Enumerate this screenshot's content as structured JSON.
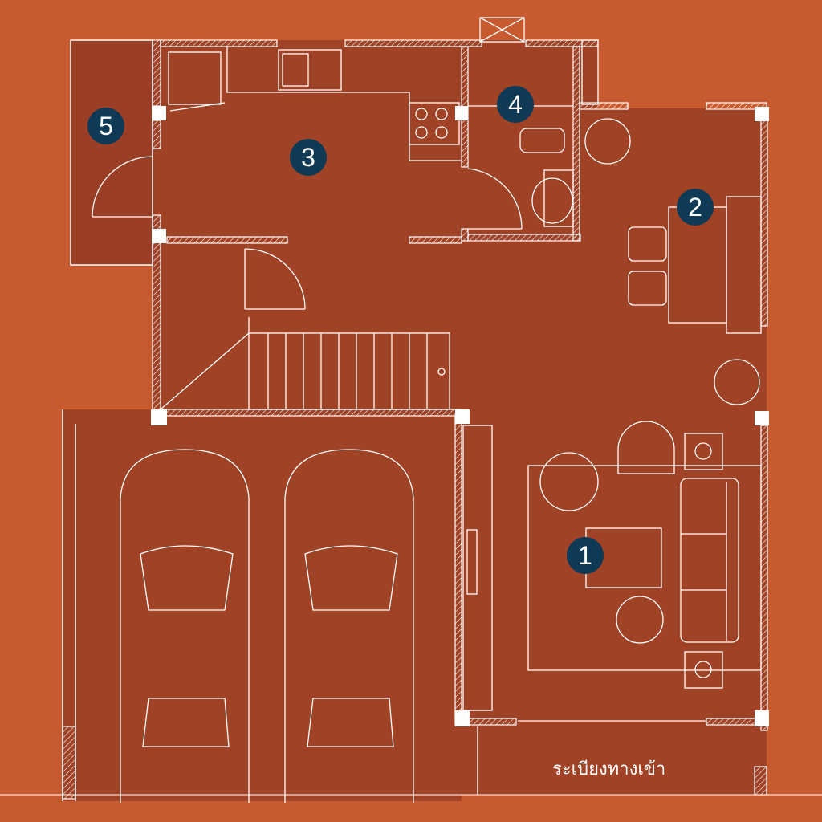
{
  "colors": {
    "background": "#C85A2F",
    "interior": "#A04226",
    "room5": "#9A3F25",
    "badge": "#0E3A55",
    "line": "#FFFFFF"
  },
  "rooms": [
    {
      "number": "1"
    },
    {
      "number": "2"
    },
    {
      "number": "3"
    },
    {
      "number": "4"
    },
    {
      "number": "5"
    }
  ],
  "entrance_label": "ระเบียงทางเข้า"
}
